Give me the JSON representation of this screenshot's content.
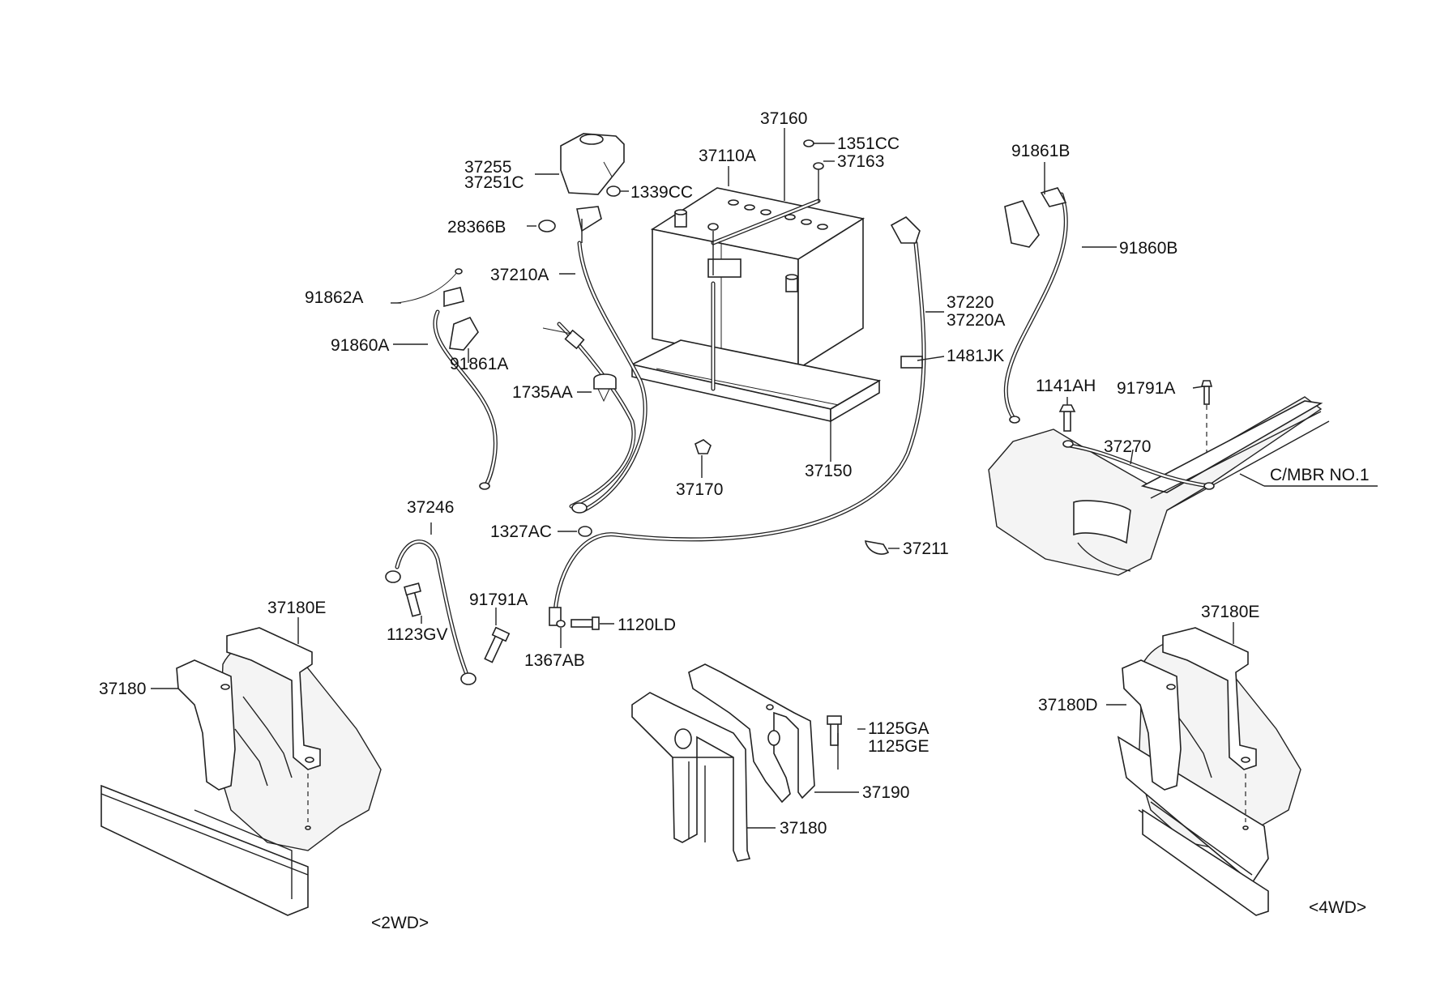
{
  "colors": {
    "line": "#222222",
    "background": "#ffffff",
    "label": "#111111"
  },
  "labels": {
    "p37160": "37160",
    "p1351CC": "1351CC",
    "p37110A": "37110A",
    "p37163": "37163",
    "p37255": "37255",
    "p37251C": "37251C",
    "p1339CC": "1339CC",
    "p28366B": "28366B",
    "p37210A": "37210A",
    "p91862A": "91862A",
    "p91860A": "91860A",
    "p91861A": "91861A",
    "p1735AA": "1735AA",
    "p37170": "37170",
    "p37150": "37150",
    "p1327AC": "1327AC",
    "p37246": "37246",
    "p91791A_mid": "91791A",
    "p1123GV": "1123GV",
    "p1120LD": "1120LD",
    "p1367AB": "1367AB",
    "p37211": "37211",
    "p37220": "37220",
    "p37220A": "37220A",
    "p1481JK": "1481JK",
    "p91861B": "91861B",
    "p91860B": "91860B",
    "p1141AH": "1141AH",
    "p91791A_right": "91791A",
    "p37270": "37270",
    "pCMBR": "C/MBR NO.1",
    "p37180E_left": "37180E",
    "p37180_left": "37180",
    "p1125GA": "1125GA",
    "p1125GE": "1125GE",
    "p37190": "37190",
    "p37180_mid": "37180",
    "p37180E_right": "37180E",
    "p37180D": "37180D",
    "v2WD": "<2WD>",
    "v4WD": "<4WD>"
  }
}
